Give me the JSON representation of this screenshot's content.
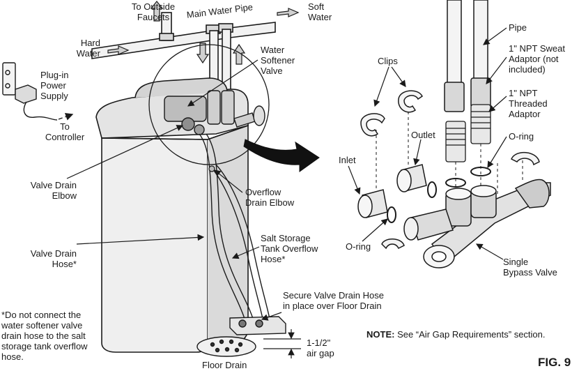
{
  "labels": {
    "to_outside_faucets": [
      "To Outside",
      "Faucets"
    ],
    "main_water_pipe": "Main Water Pipe",
    "soft_water": [
      "Soft",
      "Water"
    ],
    "hard_water": [
      "Hard",
      "Water"
    ],
    "plugin_power_supply": [
      "Plug-in",
      "Power",
      "Supply"
    ],
    "to_controller": [
      "To",
      "Controller"
    ],
    "water_softener_valve": [
      "Water",
      "Softener",
      "Valve"
    ],
    "valve_drain_elbow": [
      "Valve Drain",
      "Elbow"
    ],
    "overflow_drain_elbow": [
      "Overflow",
      "Drain Elbow"
    ],
    "valve_drain_hose": [
      "Valve Drain",
      "Hose*"
    ],
    "salt_storage_overflow_hose": [
      "Salt Storage",
      "Tank Overflow",
      "Hose*"
    ],
    "secure_valve_drain_hose": [
      "Secure Valve Drain Hose",
      "in place over Floor Drain"
    ],
    "air_gap": [
      "1-1/2\"",
      "air gap"
    ],
    "floor_drain": "Floor Drain",
    "footnote": [
      "*Do not connect the",
      "water softener valve",
      "drain hose to the salt",
      "storage tank overflow",
      "hose."
    ],
    "pipe": "Pipe",
    "sweat_adaptor": [
      "1\" NPT Sweat",
      "Adaptor (not",
      "included)"
    ],
    "threaded_adaptor": [
      "1\" NPT",
      "Threaded",
      "Adaptor"
    ],
    "clips": "Clips",
    "outlet": "Outlet",
    "inlet": "Inlet",
    "o_ring_right": "O-ring",
    "o_ring_left": "O-ring",
    "single_bypass_valve": [
      "Single",
      "Bypass Valve"
    ]
  },
  "note": {
    "prefix": "NOTE:",
    "text": " See “Air Gap Requirements” section."
  },
  "figure": "FIG. 9"
}
